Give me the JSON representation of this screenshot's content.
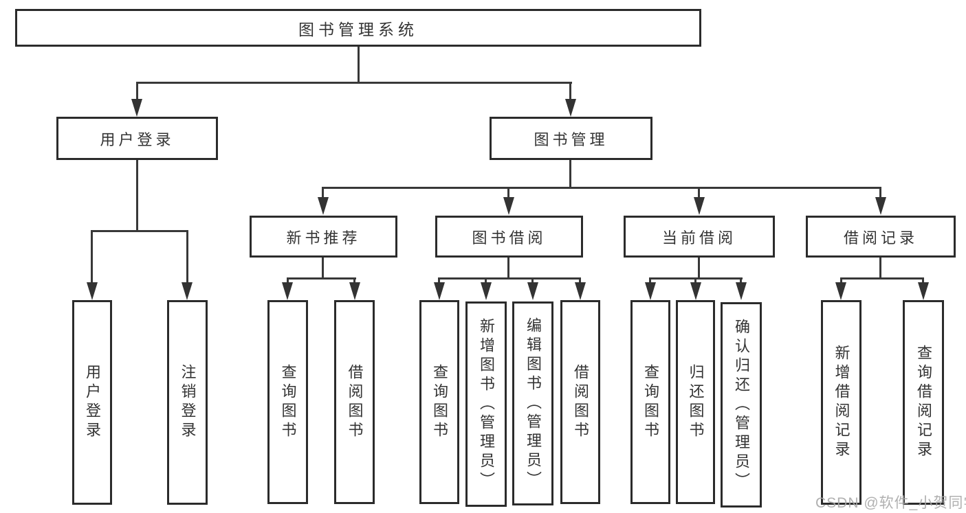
{
  "diagram_type": "hierarchy-tree",
  "tree": {
    "label": "图书管理系统",
    "children": [
      {
        "label": "用户登录",
        "children": [
          {
            "label": "用户登录"
          },
          {
            "label": "注销登录"
          }
        ]
      },
      {
        "label": "图书管理",
        "children": [
          {
            "label": "新书推荐",
            "children": [
              {
                "label": "查询图书"
              },
              {
                "label": "借阅图书"
              }
            ]
          },
          {
            "label": "图书借阅",
            "children": [
              {
                "label": "查询图书"
              },
              {
                "label": "新增图书（管理员）"
              },
              {
                "label": "编辑图书（管理员）"
              },
              {
                "label": "借阅图书"
              }
            ]
          },
          {
            "label": "当前借阅",
            "children": [
              {
                "label": "查询图书"
              },
              {
                "label": "归还图书"
              },
              {
                "label": "确认归还（管理员）"
              }
            ]
          },
          {
            "label": "借阅记录",
            "children": [
              {
                "label": "新增借阅记录"
              },
              {
                "label": "查询借阅记录"
              }
            ]
          }
        ]
      }
    ]
  },
  "watermark": {
    "text": "CSDN @软件_小贺同学"
  },
  "colors": {
    "line": "#383838",
    "box_border": "#2b2b2b",
    "text": "#333333",
    "watermark": "#a8a8a8",
    "background": "#ffffff"
  }
}
